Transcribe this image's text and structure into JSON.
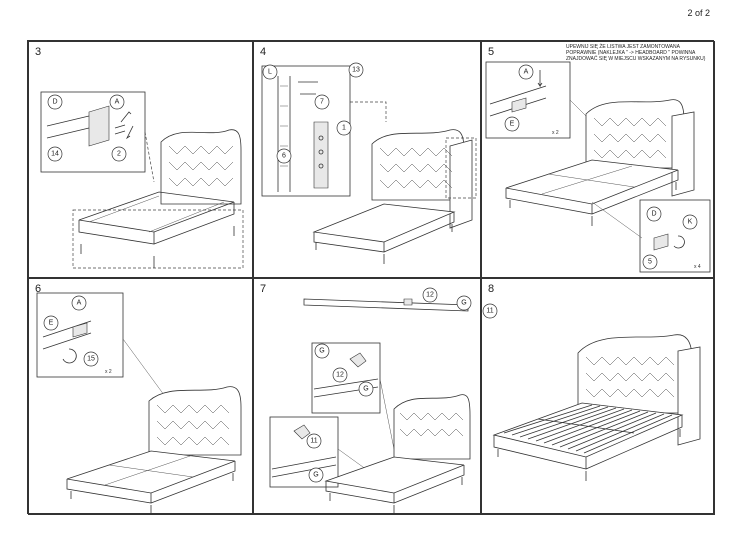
{
  "page": {
    "number_label": "2 of 2"
  },
  "steps": [
    {
      "number": "3",
      "callouts": [
        "D",
        "A",
        "14",
        "2"
      ]
    },
    {
      "number": "4",
      "callouts": [
        "L",
        "13",
        "7",
        "1",
        "6"
      ]
    },
    {
      "number": "5",
      "callouts": [
        "A",
        "E",
        "D",
        "K",
        "5"
      ],
      "multipliers": [
        "x 2",
        "x 4"
      ],
      "note": "UPEWNIJ SIĘ ŻE LISTWA JEST ZAMONTOWANA POPRAWNIE (NAKLEJKA \" -> HEADBOARD \" POWINNA ZNAJDOWAĆ SIĘ W MIEJSCU WSKAZANYM NA RYSUNKU)"
    },
    {
      "number": "6",
      "callouts": [
        "A",
        "E",
        "15"
      ],
      "multipliers": [
        "x 2"
      ]
    },
    {
      "number": "7",
      "callouts": [
        "12",
        "G",
        "11",
        "G",
        "12",
        "G",
        "11",
        "G"
      ]
    },
    {
      "number": "8",
      "callouts": []
    }
  ]
}
